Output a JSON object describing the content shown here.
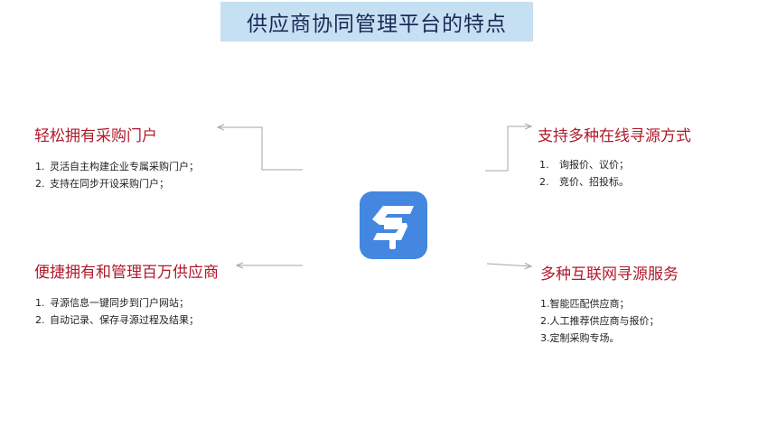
{
  "title": "供应商协同管理平台的特点",
  "colors": {
    "title_bg": "#c5dff3",
    "heading": "#b0192b",
    "logo_blue": "#4387e0",
    "line": "#a6a6a6"
  },
  "features": {
    "top_left": {
      "heading": "轻松拥有采购门户",
      "items": [
        {
          "num": "1.",
          "text": "灵活自主构建企业专属采购门户；"
        },
        {
          "num": "2.",
          "text": "支持在同步开设采购门户；"
        }
      ]
    },
    "top_right": {
      "heading": "支持多种在线寻源方式",
      "items": [
        {
          "num": "1.",
          "text": "询报价、议价；"
        },
        {
          "num": "2.",
          "text": "竞价、招投标。"
        }
      ]
    },
    "bottom_left": {
      "heading": "便捷拥有和管理百万供应商",
      "items": [
        {
          "num": "1.",
          "text": "寻源信息一键同步到门户网站；"
        },
        {
          "num": "2.",
          "text": "自动记录、保存寻源过程及结果；"
        }
      ]
    },
    "bottom_right": {
      "heading": "多种互联网寻源服务",
      "items": [
        {
          "num": "1.",
          "text": "智能匹配供应商；"
        },
        {
          "num": "2.",
          "text": "人工推荐供应商与报价；"
        },
        {
          "num": "3.",
          "text": "定制采购专场。"
        }
      ]
    }
  },
  "logo": {
    "icon": "platform-logo-icon"
  }
}
